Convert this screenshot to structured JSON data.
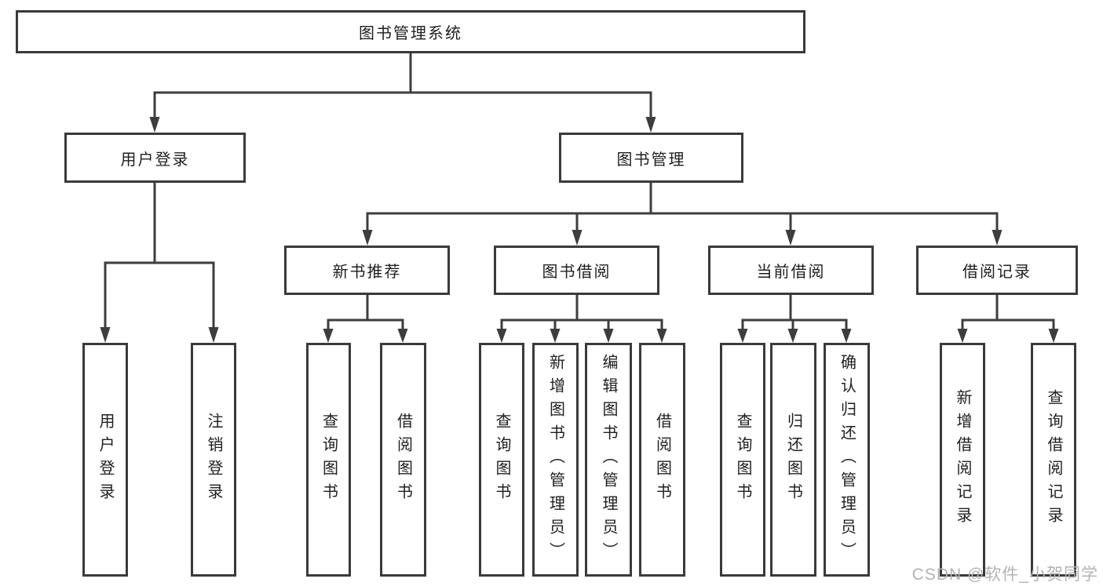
{
  "diagram": {
    "root_label": "图书管理系统",
    "level2": [
      {
        "label": "用户登录",
        "items": [
          "用户登录",
          "注销登录"
        ]
      },
      {
        "label": "图书管理"
      }
    ],
    "level3": [
      {
        "label": "新书推荐",
        "items": [
          "查询图书",
          "借阅图书"
        ]
      },
      {
        "label": "图书借阅",
        "items": [
          "查询图书",
          "新增图书（管理员）",
          "编辑图书（管理员）",
          "借阅图书"
        ]
      },
      {
        "label": "当前借阅",
        "items": [
          "查询图书",
          "归还图书",
          "确认归还（管理员）"
        ]
      },
      {
        "label": "借阅记录",
        "items": [
          "新增借阅记录",
          "查询借阅记录"
        ]
      }
    ]
  },
  "watermark": {
    "text": "CSDN @软件_小贺同学",
    "color": "#b5b2b2"
  },
  "colors": {
    "line": "#3d3d3d",
    "box_border": "#3a3a3a",
    "text": "#1f1f1f",
    "background": "#ffffff"
  }
}
